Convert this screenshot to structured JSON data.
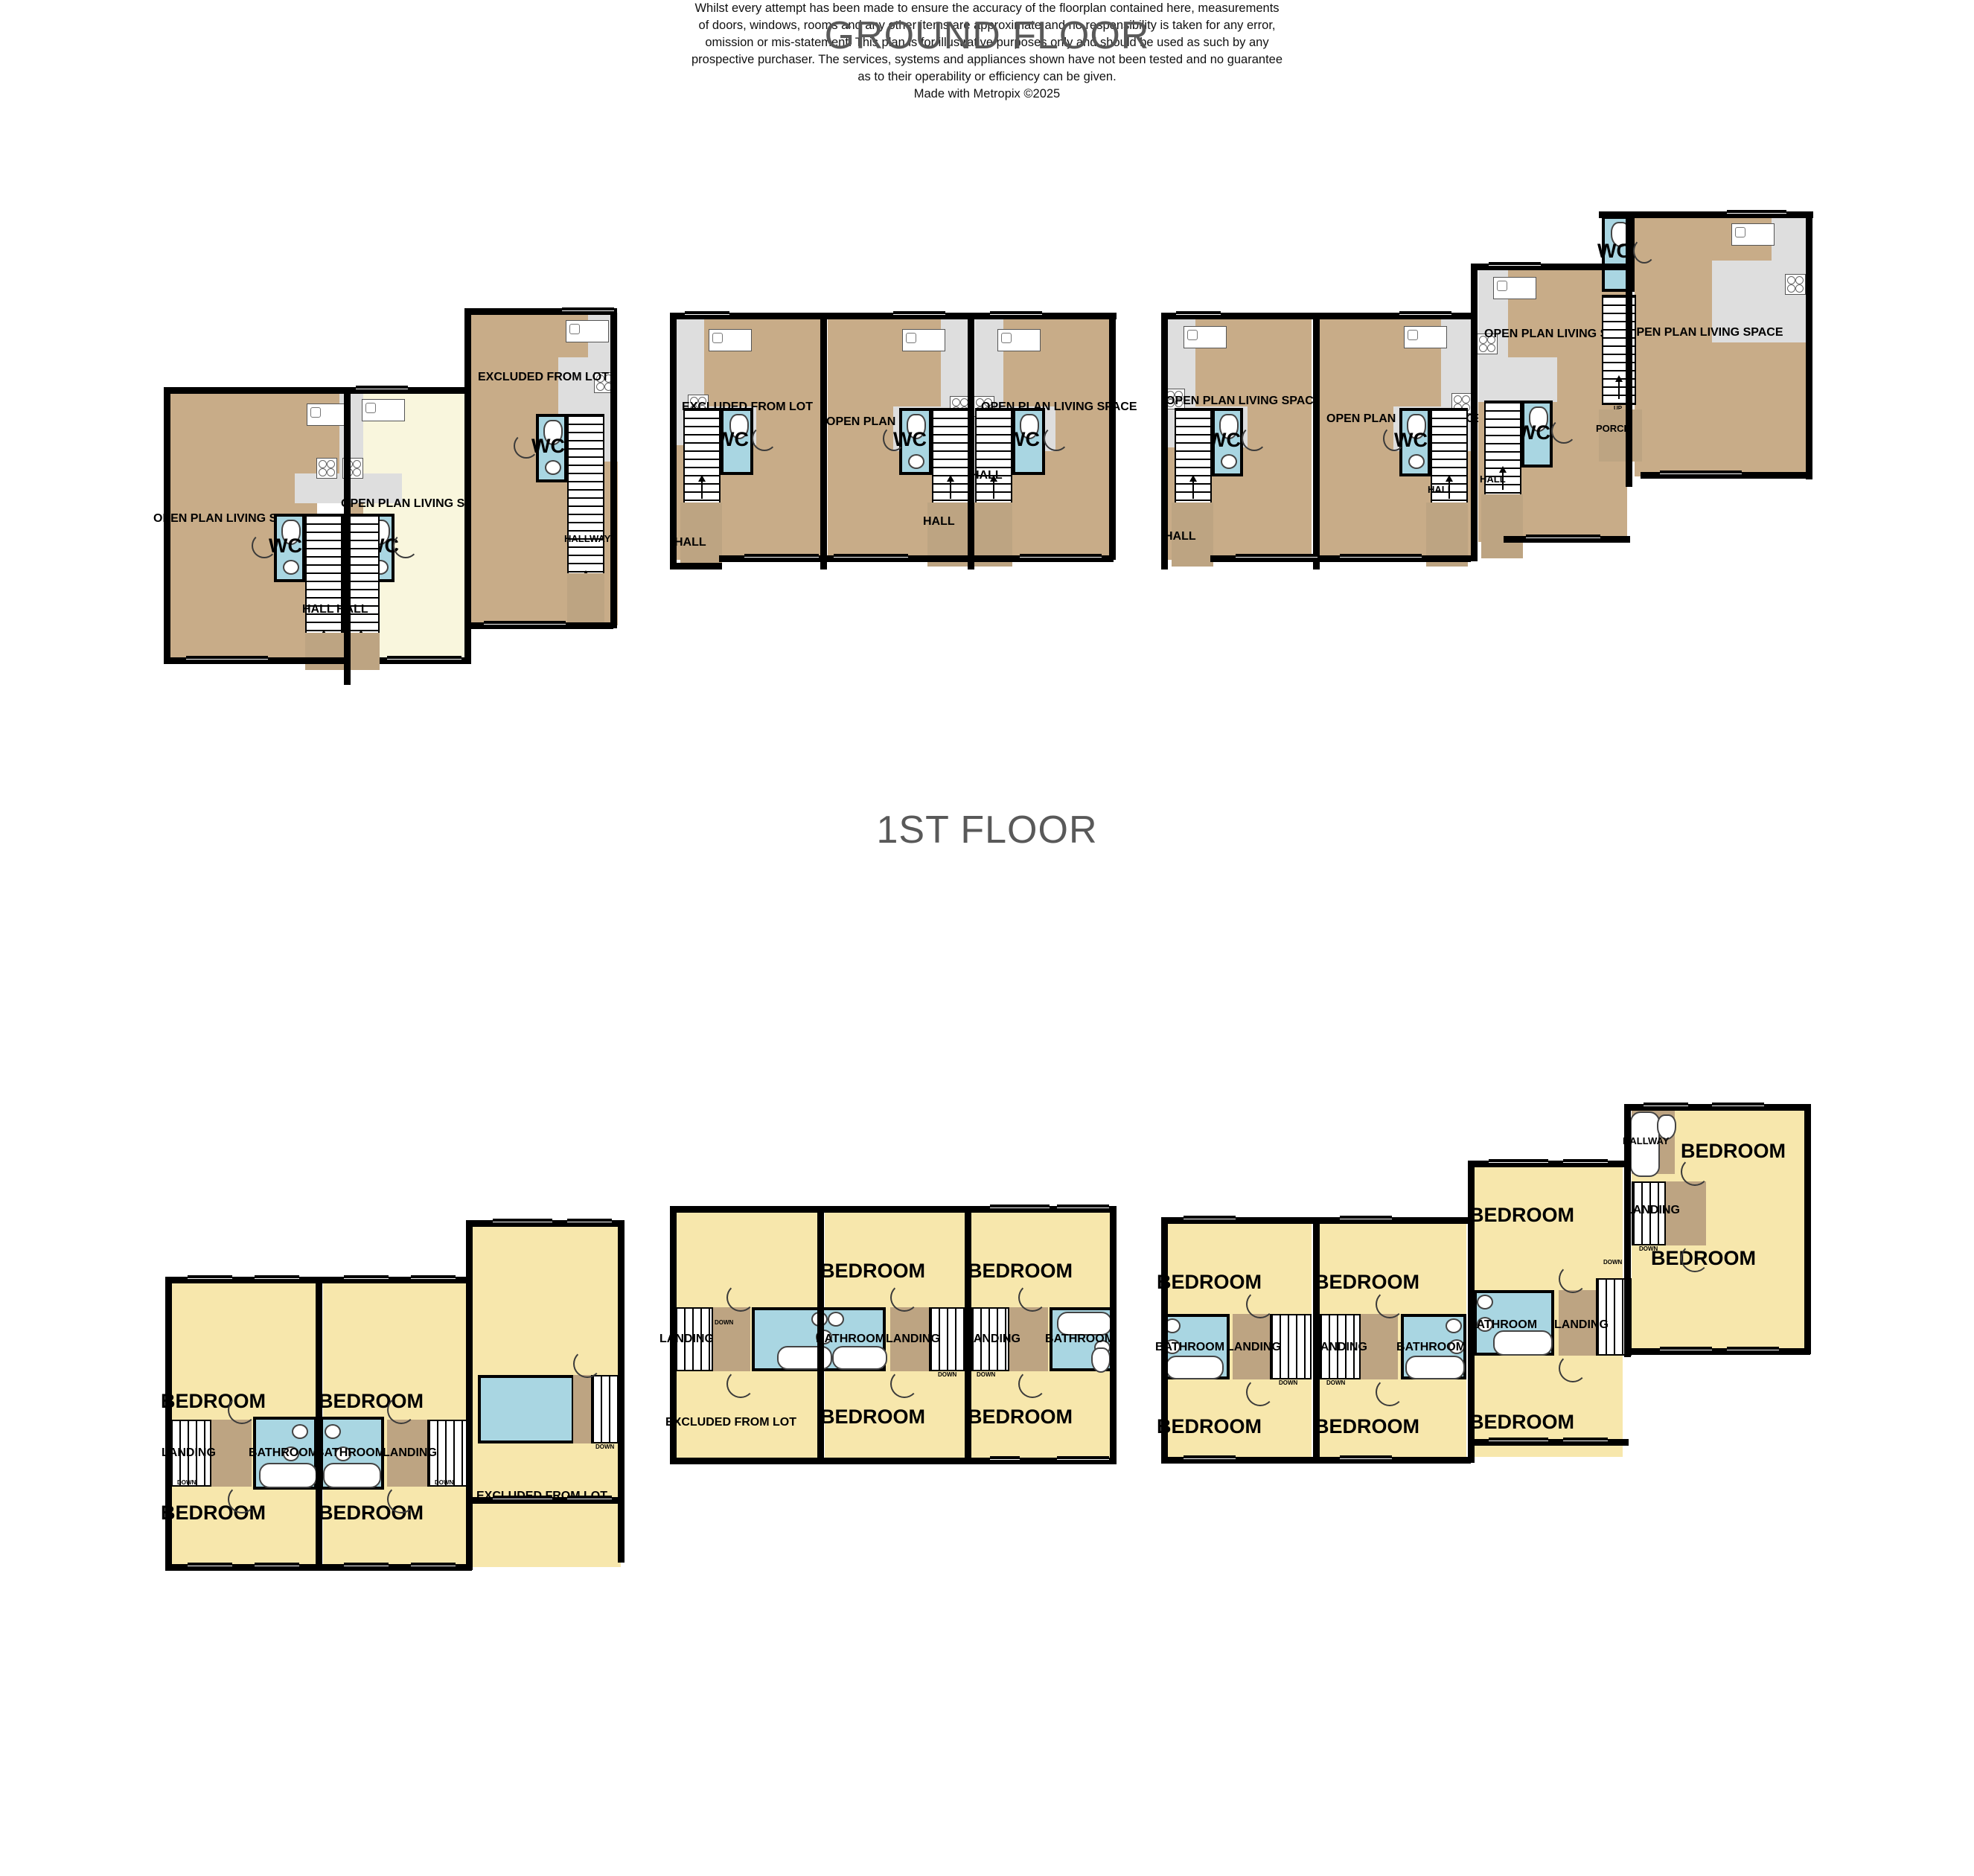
{
  "titles": {
    "ground_floor": "GROUND FLOOR",
    "first_floor": "1ST FLOOR"
  },
  "room_labels": {
    "open_plan": "OPEN PLAN LIVING SPACE",
    "excluded": "EXCLUDED FROM LOT",
    "wc": "WC",
    "hall": "HALL",
    "hallway": "HALLWAY",
    "porch": "PORCH",
    "bedroom": "BEDROOM",
    "bathroom": "BATHROOM",
    "landing": "LANDING",
    "up": "UP",
    "down": "DOWN"
  },
  "colors": {
    "living_tan": "#c8ac88",
    "excluded_cream": "#f9f6dd",
    "bedroom_yellow": "#f7e7ac",
    "bathroom_blue": "#a9d6e2",
    "kitchen_grey": "#dedede",
    "hall_fill": "#bda482",
    "wall_black": "#000000",
    "title_grey": "#595959"
  },
  "ground_floor": {
    "blocks": [
      {
        "name": "block-1",
        "units": [
          {
            "main": "OPEN PLAN LIVING SPACE",
            "wc": "WC",
            "hall": "HALL"
          },
          {
            "main": "OPEN PLAN LIVING SPACE",
            "wc": "WC",
            "hall": "HALL"
          },
          {
            "main": "EXCLUDED FROM LOT",
            "wc": "WC",
            "hall": "HALLWAY"
          }
        ]
      },
      {
        "name": "block-2",
        "units": [
          {
            "main": "EXCLUDED FROM LOT",
            "wc": "WC",
            "hall": "HALL"
          },
          {
            "main": "OPEN PLAN LIVING SPACE",
            "wc": "WC",
            "hall": "HALL"
          },
          {
            "main": "OPEN PLAN LIVING SPACE",
            "wc": "WC",
            "hall": "HALL"
          }
        ]
      },
      {
        "name": "block-3",
        "units": [
          {
            "main": "OPEN PLAN LIVING SPACE",
            "wc": "WC",
            "hall": "HALL"
          },
          {
            "main": "OPEN PLAN LIVING SPACE",
            "wc": "WC",
            "hall": "HALL"
          },
          {
            "main": "OPEN PLAN LIVING SPACE",
            "wc": "WC",
            "hall": "HALL"
          },
          {
            "main": "OPEN PLAN LIVING SPACE",
            "wc": "WC",
            "hall": "PORCH"
          }
        ]
      }
    ]
  },
  "first_floor": {
    "blocks": [
      {
        "name": "block-1",
        "units": [
          {
            "bedrooms": [
              "BEDROOM",
              "BEDROOM"
            ],
            "bathroom": "BATHROOM",
            "landing": "LANDING",
            "down": "DOWN"
          },
          {
            "bedrooms": [
              "BEDROOM",
              "BEDROOM"
            ],
            "bathroom": "BATHROOM",
            "landing": "LANDING",
            "down": "DOWN"
          },
          {
            "bedrooms": [
              "EXCLUDED FROM LOT"
            ],
            "bathroom": "",
            "landing": "",
            "down": "DOWN"
          }
        ]
      },
      {
        "name": "block-2",
        "units": [
          {
            "bedrooms": [
              "EXCLUDED FROM LOT"
            ],
            "bathroom": "",
            "landing": "LANDING",
            "down": "DOWN"
          },
          {
            "bedrooms": [
              "BEDROOM",
              "BEDROOM"
            ],
            "bathroom": "BATHROOM",
            "landing": "LANDING",
            "down": "DOWN"
          },
          {
            "bedrooms": [
              "BEDROOM",
              "BEDROOM"
            ],
            "bathroom": "BATHROOM",
            "landing": "LANDING",
            "down": "DOWN"
          }
        ]
      },
      {
        "name": "block-3",
        "units": [
          {
            "bedrooms": [
              "BEDROOM",
              "BEDROOM"
            ],
            "bathroom": "BATHROOM",
            "landing": "LANDING",
            "down": "DOWN"
          },
          {
            "bedrooms": [
              "BEDROOM",
              "BEDROOM"
            ],
            "bathroom": "BATHROOM",
            "landing": "LANDING",
            "down": "DOWN"
          },
          {
            "bedrooms": [
              "BEDROOM",
              "BEDROOM"
            ],
            "bathroom": "BATHROOM",
            "landing": "LANDING",
            "down": "DOWN"
          },
          {
            "bedrooms": [
              "BEDROOM",
              "BEDROOM"
            ],
            "bathroom": "",
            "landing": "LANDING",
            "hallway": "HALLWAY",
            "down": "DOWN"
          }
        ]
      }
    ]
  },
  "disclaimer": {
    "line1": "Whilst every attempt has been made to ensure the accuracy of the floorplan contained here, measurements",
    "line2": "of doors, windows, rooms and any other items are approximate and no responsibility is taken for any error,",
    "line3": "omission or mis-statement. This plan is for illustrative purposes only and should be used as such by any",
    "line4": "prospective purchaser. The services, systems and appliances shown have not been tested and no guarantee",
    "line5": "as to their operability or efficiency can be given.",
    "line6": "Made with Metropix ©2025"
  }
}
